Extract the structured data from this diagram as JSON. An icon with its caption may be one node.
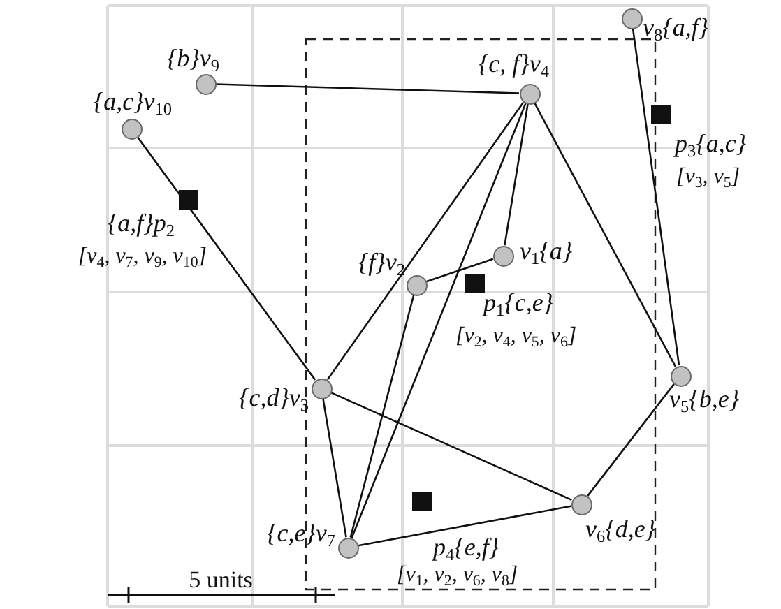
{
  "diagram": {
    "nodes": [
      {
        "text": [],
        "shape": "circle",
        "beside": [
          "v$_{1}${a}"
        ]
      },
      {
        "text": [],
        "shape": "circle",
        "beside": [
          "{f}v$_{2}$"
        ]
      },
      {
        "text": [],
        "shape": "circle",
        "beside": [
          "{c,d}v$_{3}$"
        ]
      },
      {
        "text": [],
        "shape": "circle",
        "beside": [
          "{c, f}v$_{4}$"
        ]
      },
      {
        "text": [],
        "shape": "circle",
        "beside": [
          "v$_{5}${b,e}"
        ]
      },
      {
        "text": [],
        "shape": "circle",
        "beside": [
          "v$_{6}${d,e}"
        ]
      },
      {
        "text": [],
        "shape": "circle",
        "beside": [
          "{c,e}v$_{7}$"
        ]
      },
      {
        "text": [],
        "shape": "circle",
        "beside": [
          "v$_{8}${a,f}"
        ]
      },
      {
        "text": [],
        "shape": "circle",
        "beside": [
          "{b}v$_{9}$"
        ]
      },
      {
        "text": [],
        "shape": "circle",
        "beside": [
          "{a,c}v$_{10}$"
        ]
      },
      {
        "text": [],
        "shape": "box",
        "beside": [
          "p$_{1}${c,e}",
          "[v$_{2}$, v$_{4}$, v$_{5}$, v$_{6}$]"
        ]
      },
      {
        "text": [],
        "shape": "box",
        "beside": [
          "{a,f}p$_{2}$",
          "[v$_{4}$, v$_{7}$, v$_{9}$, v$_{10}$]"
        ]
      },
      {
        "text": [],
        "shape": "box",
        "beside": [
          "p$_{3}${a,c}",
          "[v$_{3}$, v$_{5}$]"
        ]
      },
      {
        "text": [],
        "shape": "box",
        "beside": [
          "p$_{4}${e,f}",
          "[v$_{1}$, v$_{2}$, v$_{6}$, v$_{8}$]"
        ]
      }
    ],
    "edges": [
      {
        "from": 8,
        "to": 3,
        "arrow": "none"
      },
      {
        "from": 9,
        "to": 2,
        "arrow": "none"
      },
      {
        "from": 3,
        "to": 2,
        "arrow": "none"
      },
      {
        "from": 3,
        "to": 6,
        "arrow": "none"
      },
      {
        "from": 3,
        "to": 0,
        "arrow": "none"
      },
      {
        "from": 3,
        "to": 4,
        "arrow": "none"
      },
      {
        "from": 1,
        "to": 0,
        "arrow": "none"
      },
      {
        "from": 1,
        "to": 6,
        "arrow": "none"
      },
      {
        "from": 2,
        "to": 6,
        "arrow": "none"
      },
      {
        "from": 2,
        "to": 5,
        "arrow": "none"
      },
      {
        "from": 6,
        "to": 5,
        "arrow": "none"
      },
      {
        "from": 5,
        "to": 4,
        "arrow": "none"
      },
      {
        "from": 7,
        "to": 4,
        "arrow": "none"
      }
    ],
    "labels": [
      "5 units"
    ]
  }
}
